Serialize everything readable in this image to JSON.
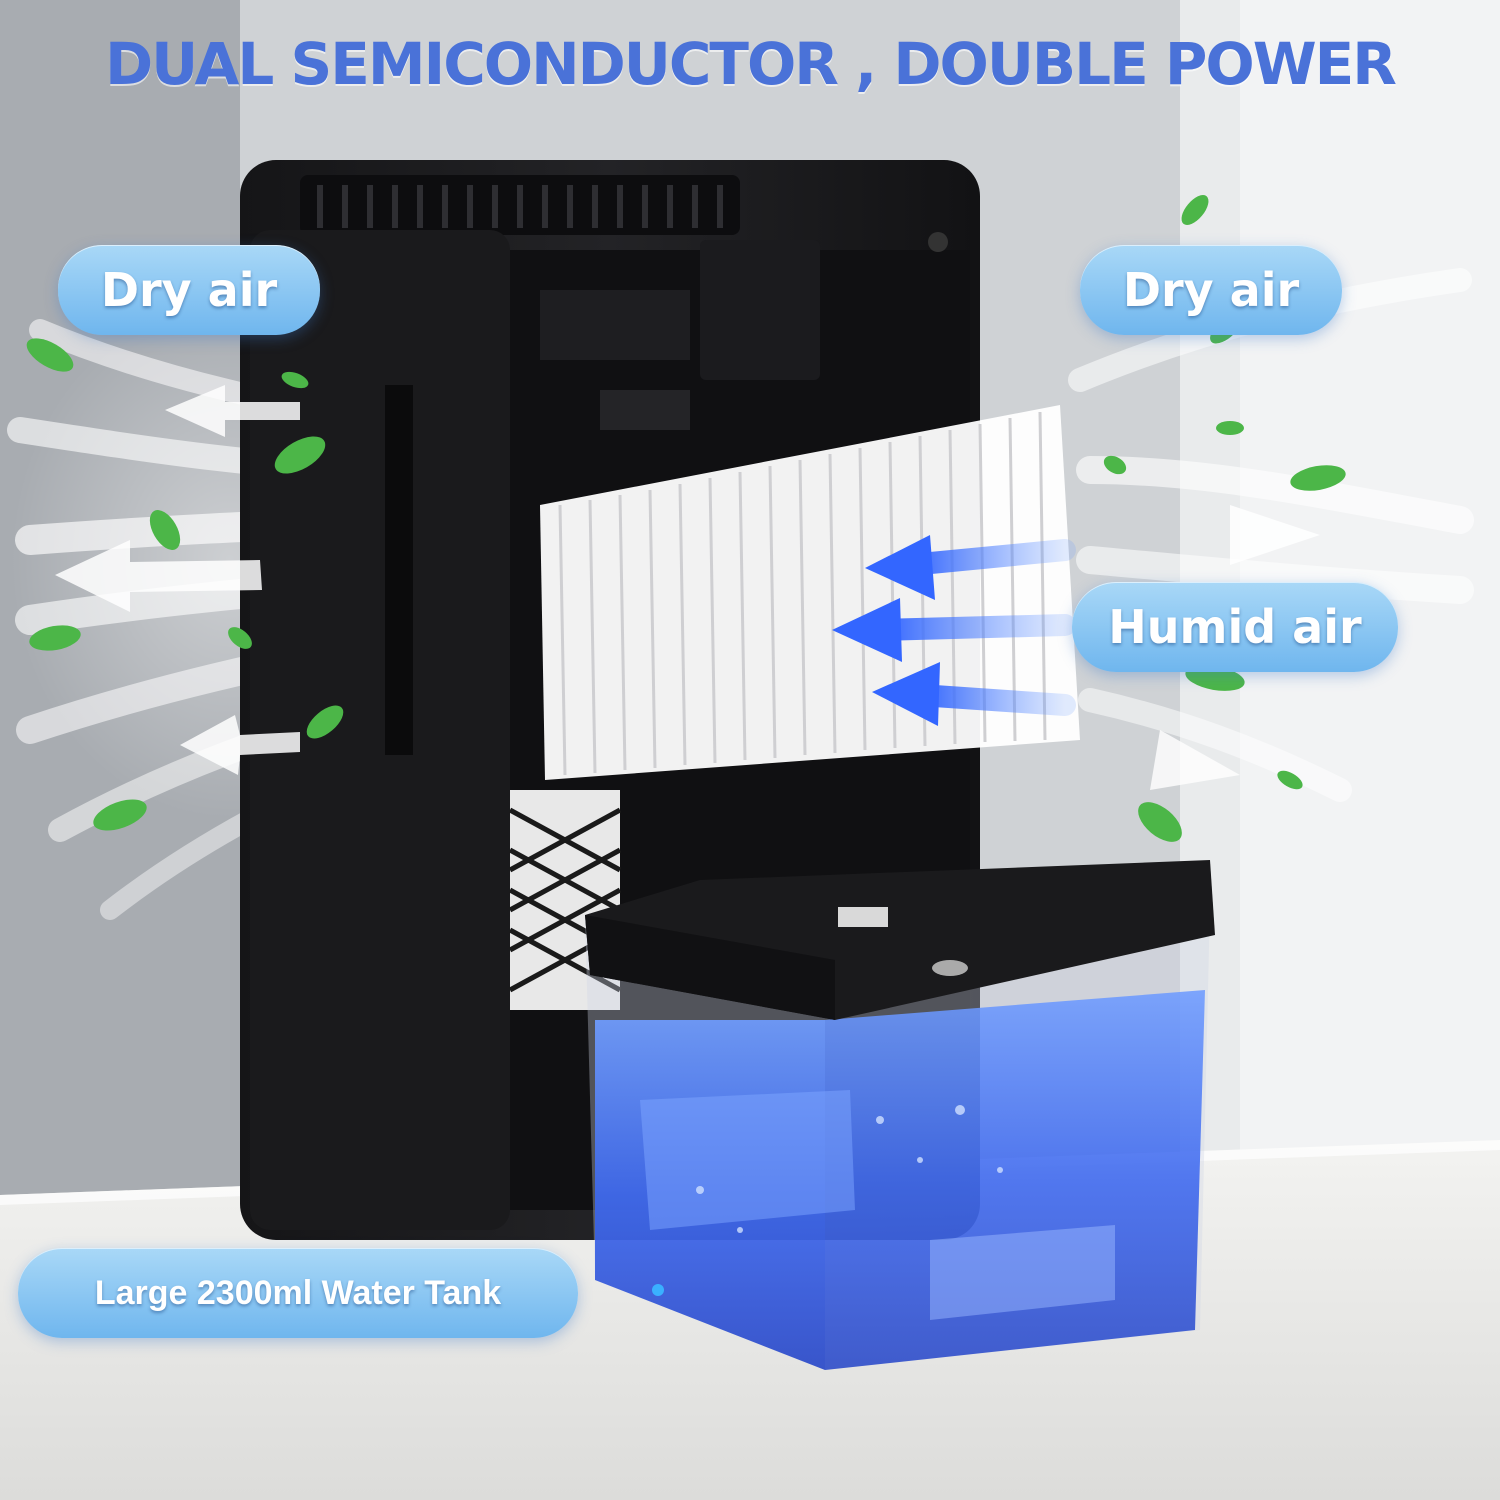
{
  "headline": "DUAL SEMICONDUCTOR , DOUBLE POWER",
  "labels": {
    "dry_air_left": "Dry air",
    "dry_air_right": "Dry air",
    "humid_air": "Humid air",
    "water_tank": "Large 2300ml Water Tank"
  },
  "colors": {
    "headline": "#4a72d8",
    "pill": "#7cbcf0",
    "device": "#1c1c1e",
    "water": "#3f6cf0"
  }
}
